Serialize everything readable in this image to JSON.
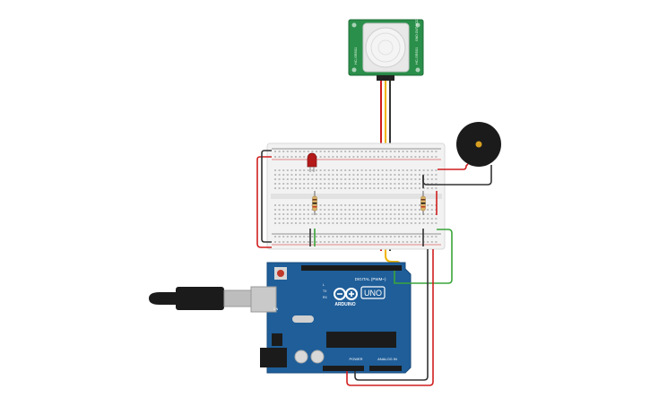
{
  "pir": {
    "label_left": "HC-SR501",
    "label_right": "HC-SR501",
    "label_top": "GND OUT VCC"
  },
  "arduino": {
    "brand": "ARDUINO",
    "model": "UNO",
    "digital_label": "DIGITAL (PWM~)",
    "power_label": "POWER",
    "analog_label": "ANALOG IN",
    "tx_label": "TX",
    "rx_label": "RX",
    "l_label": "L",
    "on_label": "ON"
  },
  "colors": {
    "wire_red": "#d01f1f",
    "wire_black": "#333333",
    "wire_green": "#3aa53a",
    "wire_yellow": "#f0b400",
    "board_blue": "#1f5e99",
    "pir_green": "#2a8f4a"
  },
  "icons": [
    "usb-cable-icon",
    "buzzer-icon",
    "led-icon",
    "resistor-icon",
    "pir-dome-icon"
  ]
}
